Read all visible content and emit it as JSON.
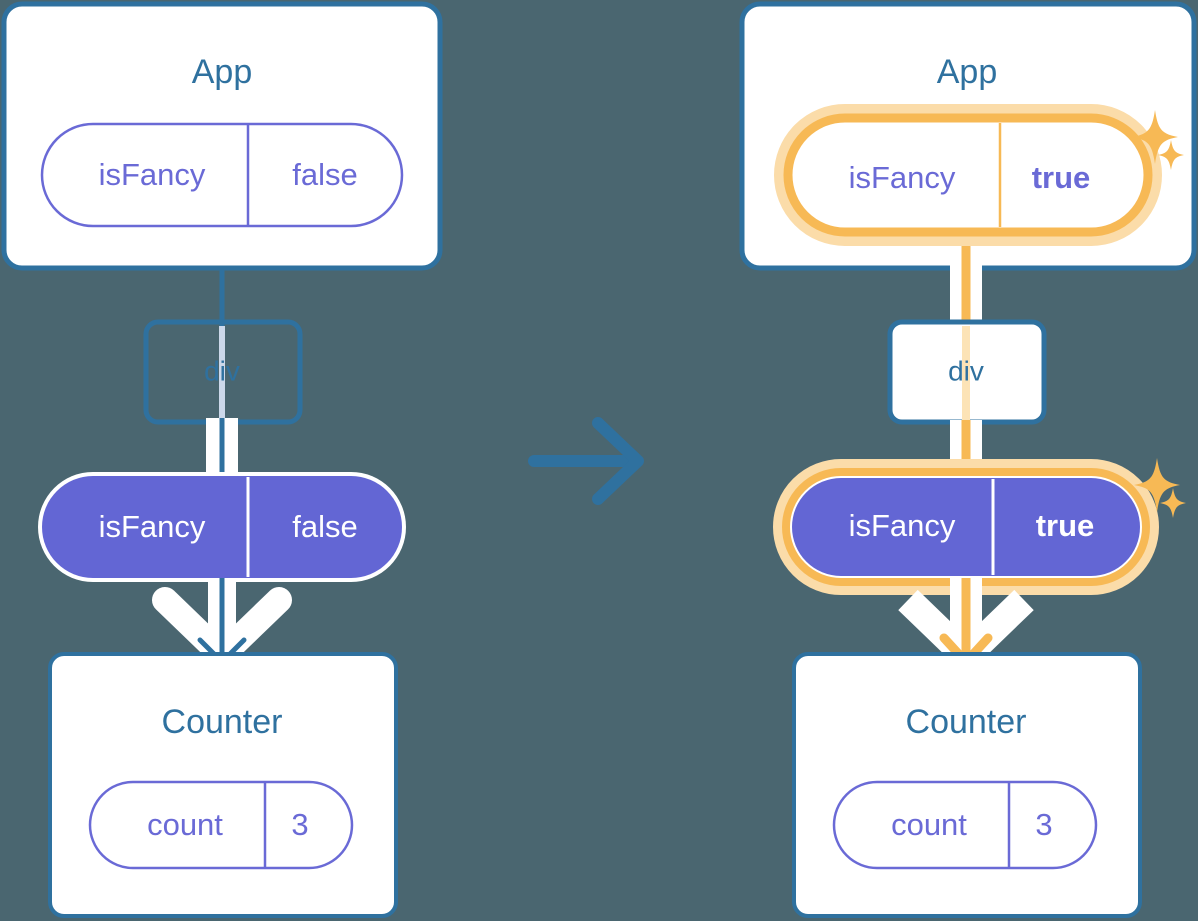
{
  "meta": {
    "background_color": "#4a6670",
    "blue": "#2f719f",
    "purple": "#6366d4",
    "purple_light": "#6a6ad6",
    "orange": "#f7b955",
    "orange_glow": "#fbdca9",
    "white": "#ffffff",
    "pale_blue": "#ccd8ea"
  },
  "transition": {
    "arrow_icon": "arrow-right-icon",
    "color": "#2f719f"
  },
  "panels": [
    {
      "id": "before",
      "app": {
        "title": "App",
        "state_pill": {
          "name": "isFancy",
          "value": "false",
          "highlighted": false,
          "filled": false,
          "bold_value": false
        }
      },
      "div": {
        "label": "div"
      },
      "prop_pill": {
        "name": "isFancy",
        "value": "false",
        "highlighted": false,
        "filled": true,
        "bold_value": false
      },
      "counter": {
        "title": "Counter",
        "state_pill": {
          "name": "count",
          "value": "3",
          "highlighted": false,
          "filled": false,
          "bold_value": false
        }
      },
      "flow_color": "#2f719f",
      "sparkles": false
    },
    {
      "id": "after",
      "app": {
        "title": "App",
        "state_pill": {
          "name": "isFancy",
          "value": "true",
          "highlighted": true,
          "filled": false,
          "bold_value": true
        }
      },
      "div": {
        "label": "div"
      },
      "prop_pill": {
        "name": "isFancy",
        "value": "true",
        "highlighted": true,
        "filled": true,
        "bold_value": true
      },
      "counter": {
        "title": "Counter",
        "state_pill": {
          "name": "count",
          "value": "3",
          "highlighted": false,
          "filled": false,
          "bold_value": false
        }
      },
      "flow_color": "#f7b955",
      "sparkles": true
    }
  ]
}
